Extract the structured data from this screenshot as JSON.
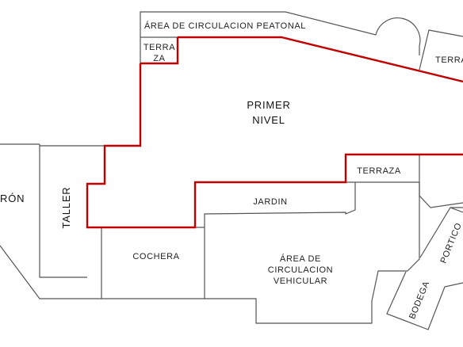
{
  "colors": {
    "wall": "#555555",
    "boundary": "#c00000",
    "background": "#ffffff",
    "text": "#222222"
  },
  "labels": {
    "peatonal": "ÁREA DE CIRCULACION PEATONAL",
    "terraza_small_1": "TERRA",
    "terraza_small_2": "ZA",
    "terraza_right": "TERRA",
    "primer_nivel_1": "PRIMER",
    "primer_nivel_2": "NIVEL",
    "salon_partial": "RÓN",
    "taller": "TALLER",
    "terraza_mid": "TERRAZA",
    "jardin": "JARDIN",
    "cochera": "COCHERA",
    "vehicular_1": "ÁREA DE",
    "vehicular_2": "CIRCULACION",
    "vehicular_3": "VEHICULAR",
    "portico": "PORTICO",
    "bodega": "BODEGA"
  }
}
